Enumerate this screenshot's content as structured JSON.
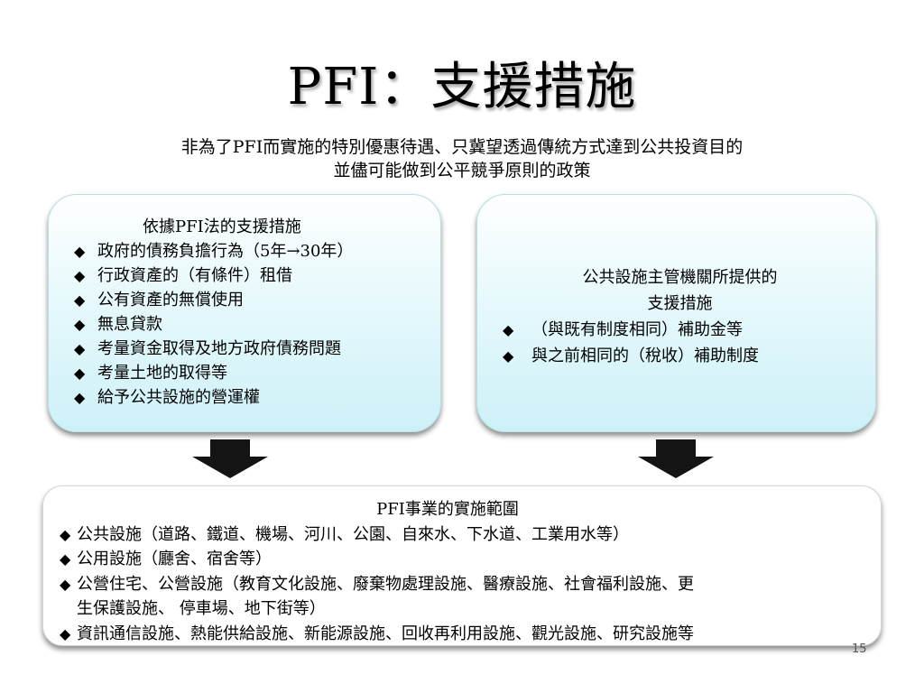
{
  "slide": {
    "title": "PFI：支援措施",
    "subtitle_lines": [
      "非為了PFI而實施的特別優惠待遇、只冀望透過傳統方式達到公共投資目的",
      "並儘可能做到公平競爭原則的政策"
    ]
  },
  "left_box": {
    "heading": "依據PFI法的支援措施",
    "bullet_symbol": "◆",
    "items": [
      "政府的債務負擔行為（5年→30年）",
      "行政資產的（有條件）租借",
      "公有資產的無償使用",
      "無息貸款",
      "考量資金取得及地方政府債務問題",
      "考量土地的取得等",
      "給予公共設施的營運權"
    ]
  },
  "right_box": {
    "heading_lines": [
      "公共設施主管機關所提供的",
      "支援措施"
    ],
    "items": [
      "（與既有制度相同）補助金等",
      "與之前相同的（稅收）補助制度"
    ]
  },
  "bottom_box": {
    "heading": "PFI事業的實施範圍",
    "items": [
      "公共設施（道路、鐵道、機場、河川、公園、自來水、下水道、工業用水等）",
      "公用設施（廳舍、宿舍等）",
      "公營住宅、公營設施（教育文化設施、廢棄物處理設施、醫療設施、社會福利設施、更",
      "資訊通信設施、熱能供給設施、新能源設施、回收再利用設施、觀光設施、研究設施等"
    ],
    "item3_continuation": "生保護設施、 停車場、地下街等）"
  },
  "page_number": "15",
  "colors": {
    "box_fill_top": "#ffffff",
    "box_fill_bottom": "#cdf1f8",
    "arrow": "#141414",
    "text": "#000000"
  }
}
